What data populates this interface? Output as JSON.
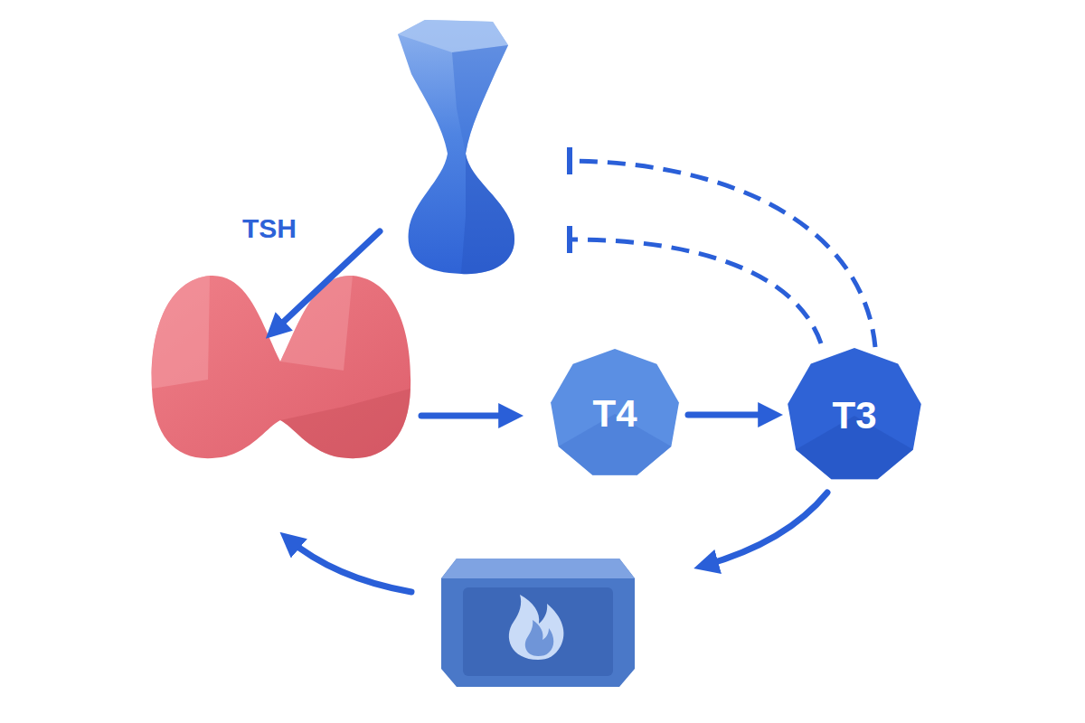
{
  "diagram": {
    "nodes": [
      {
        "text": [
          "T4"
        ]
      },
      {
        "text": [
          "T3"
        ]
      }
    ],
    "edges": [
      {
        "from": 0,
        "to": 1,
        "arrow": "to"
      }
    ],
    "labels": [
      "TSH"
    ]
  }
}
